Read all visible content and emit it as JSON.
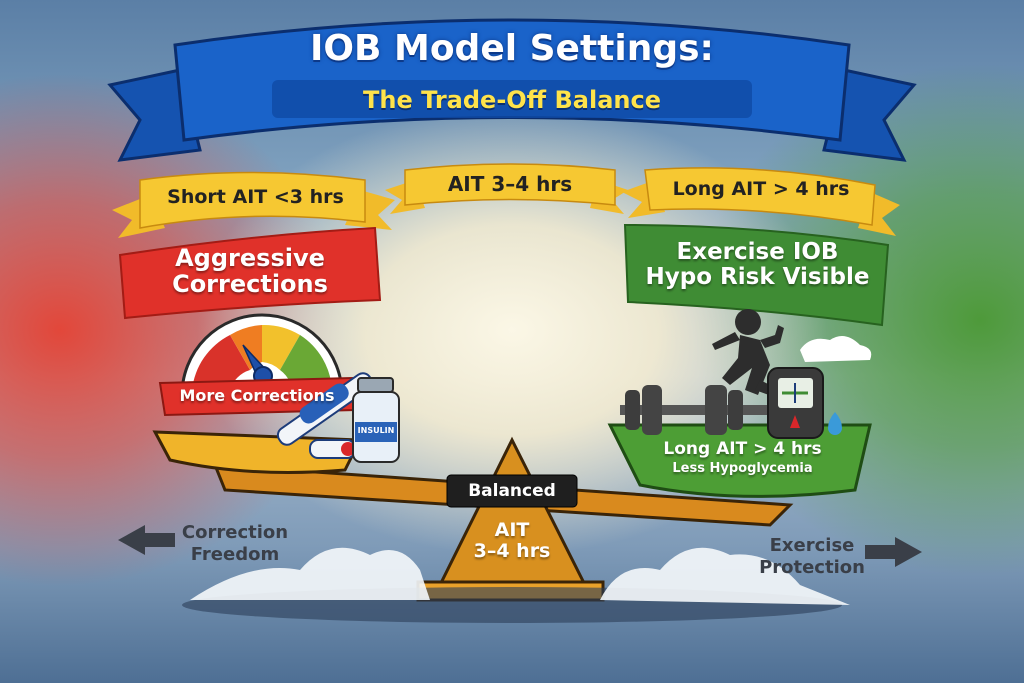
{
  "title": {
    "main": "IOB Model Settings:",
    "sub": "The Trade-Off Balance"
  },
  "settings": [
    {
      "label": "Short AIT <3 hrs",
      "effect": "Aggressive Corrections",
      "effect_line1": "Aggressive",
      "effect_line2": "Corrections",
      "color": "#e0312a"
    },
    {
      "label": "AIT 3–4 hrs"
    },
    {
      "label": "Long AIT > 4 hrs",
      "effect": "Exercise IOB Hypo Risk Visible",
      "effect_line1": "Exercise IOB",
      "effect_line2": "Hypo Risk Visible",
      "color": "#3f8c34"
    }
  ],
  "left_pan": {
    "gauge_label": "More Corrections",
    "vial_label": "INSULIN",
    "icons": [
      "gauge-icon",
      "insulin-pen-icon",
      "insulin-vial-icon"
    ]
  },
  "right_pan": {
    "line1": "Long AIT > 4 hrs",
    "line2": "Less Hypoglycemia",
    "icons": [
      "runner-icon",
      "dumbbell-icon",
      "glucose-meter-icon",
      "drop-icon"
    ]
  },
  "fulcrum": {
    "badge": "Balanced",
    "line1": "AIT",
    "line2": "3–4 hrs"
  },
  "axis": {
    "left_line1": "Correction",
    "left_line2": "Freedom",
    "right_line1": "Exercise",
    "right_line2": "Protection"
  },
  "colors": {
    "ribbon_blue": "#1a5cc0",
    "ribbon_yellow": "#f6c832",
    "beam": "#d98a1e",
    "red": "#e0312a",
    "green": "#3f8c34"
  }
}
